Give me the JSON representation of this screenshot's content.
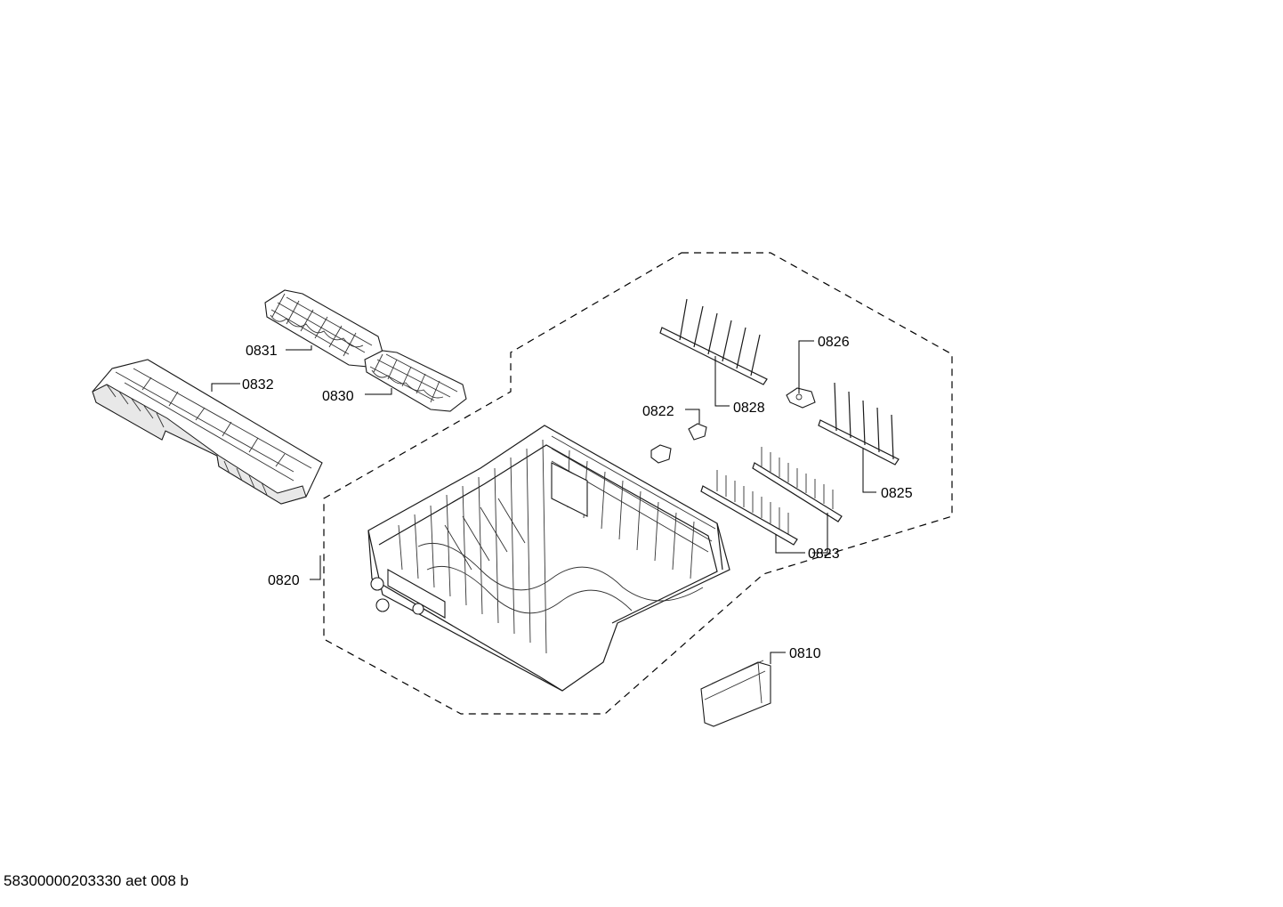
{
  "document_id": "58300000203330 aet 008 b",
  "labels": {
    "p0831": "0831",
    "p0832": "0832",
    "p0830": "0830",
    "p0826": "0826",
    "p0822": "0822",
    "p0828": "0828",
    "p0825": "0825",
    "p0823": "0823",
    "p0820": "0820",
    "p0810": "0810"
  }
}
